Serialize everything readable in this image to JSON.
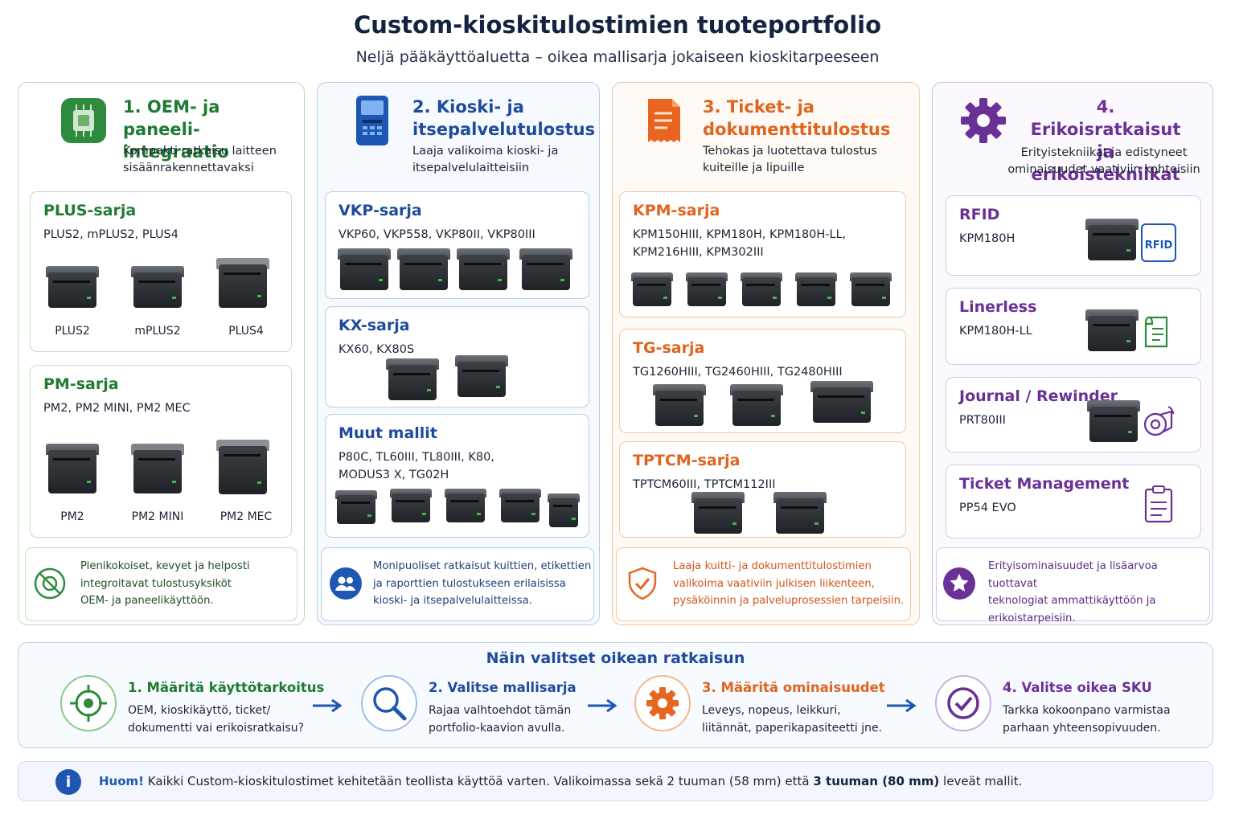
{
  "header": {
    "title": "Custom-kioskitulostimien tuoteportfolio",
    "subtitle": "Neljä pääkäyttöaluetta – oikea mallisarja jokaiseen kioskitarpeeseen"
  },
  "colors": {
    "green": "#1f7a32",
    "blue": "#1f4b9c",
    "orange": "#e0641e",
    "purple": "#6a3096"
  },
  "columns": [
    {
      "title_line1": "1. OEM- ja",
      "title_line2": "paneeli-integraatio",
      "desc_line1": "Kompakti ratkaisu laitteen",
      "desc_line2": "sisäänrakennettavaksi",
      "icon": "circuit-board-icon",
      "cards": [
        {
          "name": "PLUS-sarja",
          "models_line1": "PLUS2, mPLUS2, PLUS4",
          "labels": [
            "PLUS2",
            "mPLUS2",
            "PLUS4"
          ]
        },
        {
          "name": "PM-sarja",
          "models_line1": "PM2, PM2 MINI, PM2 MEC",
          "labels": [
            "PM2",
            "PM2 MINI",
            "PM2 MEC"
          ]
        }
      ],
      "footer": [
        "Pienikokoiset, kevyet ja helposti",
        "integroitavat tulostusyksiköt",
        "OEM- ja paneelikäyttöön."
      ]
    },
    {
      "title_line1": "2. Kioski- ja",
      "title_line2": "itsepalvelutulostus",
      "desc_line1": "Laaja valikoima kioski- ja",
      "desc_line2": "itsepalvelulaitteisiin",
      "icon": "kiosk-icon",
      "cards": [
        {
          "name": "VKP-sarja",
          "models_line1": "VKP60, VKP558, VKP80II, VKP80III"
        },
        {
          "name": "KX-sarja",
          "models_line1": "KX60, KX80S"
        },
        {
          "name": "Muut mallit",
          "models_line1": "P80C, TL60III, TL80III, K80,",
          "models_line2": "MODUS3 X, TG02H"
        }
      ],
      "footer": [
        "Monipuoliset ratkaisut kuittien, etikettien",
        "ja raporttien tulostukseen erilaisissa",
        "kioski- ja itsepalvelulaitteissa."
      ]
    },
    {
      "title_line1": "3. Ticket- ja",
      "title_line2": "dokumenttitulostus",
      "desc_line1": "Tehokas ja luotettava tulostus",
      "desc_line2": "kuiteille ja lipuille",
      "icon": "document-icon",
      "cards": [
        {
          "name": "KPM-sarja",
          "models_line1": "KPM150HIII, KPM180H, KPM180H-LL,",
          "models_line2": "KPM216HIII, KPM302III"
        },
        {
          "name": "TG-sarja",
          "models_line1": "TG1260HIII, TG2460HIII, TG2480HIII"
        },
        {
          "name": "TPTCM-sarja",
          "models_line1": "TPTCM60III, TPTCM112III"
        }
      ],
      "footer": [
        "Laaja kuitti- ja dokumenttitulostimien",
        "valikoima vaativiin julkisen liikenteen,",
        "pysäköinnin ja palveluprosessien tarpeisiin."
      ]
    },
    {
      "title_line1": "4. Erikoisratkaisut",
      "title_line2": "ja erikoistekniikat",
      "desc_line1": "Erityistekniikat ja edistyneet",
      "desc_line2": "ominaisuudet vaativiin kohteisiin",
      "icon": "gear-icon",
      "cards": [
        {
          "name": "RFID",
          "models_line1": "KPM180H",
          "badge": "RFID"
        },
        {
          "name": "Linerless",
          "models_line1": "KPM180H-LL"
        },
        {
          "name": "Journal / Rewinder",
          "models_line1": "PRT80III"
        },
        {
          "name": "Ticket Management",
          "models_line1": "PP54 EVO"
        }
      ],
      "footer": [
        "Erityisominaisuudet ja lisäarvoa tuottavat",
        "teknologiat ammattikäyttöön ja",
        "erikoistarpeisiin."
      ]
    }
  ],
  "how": {
    "title": "Näin valitset oikean ratkaisun",
    "steps": [
      {
        "title": "1. Määritä käyttötarkoitus",
        "desc_line1": "OEM, kioskikäyttö, ticket/",
        "desc_line2": "dokumentti vai erikoisratkaisu?"
      },
      {
        "title": "2. Valitse mallisarja",
        "desc_line1": "Rajaa valhtoehdot tämän",
        "desc_line2": "portfolio-kaavion avulla."
      },
      {
        "title": "3. Määritä ominaisuudet",
        "desc_line1": "Leveys, nopeus, leikkuri,",
        "desc_line2": "liitännät, paperikapasiteetti jne."
      },
      {
        "title": "4. Valitse oikea SKU",
        "desc_line1": "Tarkka kokoonpano varmistaa",
        "desc_line2": "parhaan yhteensopivuuden."
      }
    ]
  },
  "note": {
    "icon_text": "i",
    "lead": "Huom!",
    "text_a": " Kaikki Custom-kioskitulostimet kehitetään teollista käyttöä varten. Valikoimassa sekä 2 tuuman (58 mm) että ",
    "bold": "3 tuuman (80 mm)",
    "text_b": " leveät mallit."
  }
}
